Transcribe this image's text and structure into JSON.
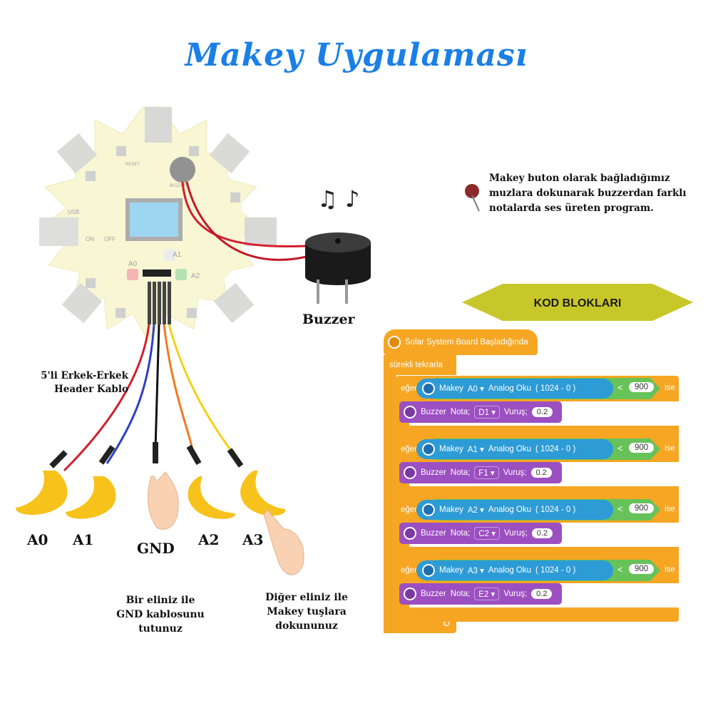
{
  "title": "Makey Uygulaması",
  "note": "Makey buton olarak bağladığımız muzlara dokunarak buzzerdan farklı notalarda ses üreten program.",
  "buzzer_label": "Buzzer",
  "cable_label_1": "5'li Erkek-Erkek",
  "cable_label_2": "Header Kablo",
  "pins": [
    "A0",
    "A1",
    "GND",
    "A2",
    "A3"
  ],
  "instruction_left": [
    "Bir eliniz ile",
    "GND kablosunu",
    "tutunuz"
  ],
  "instruction_right": [
    "Diğer eliniz ile",
    "Makey tuşlara",
    "dokununuz"
  ],
  "board_labels": {
    "a0": "A0",
    "a1": "A1",
    "a2": "A2",
    "usb": "USB",
    "on": "ON",
    "off": "OFF",
    "buzzer": "BUZZER",
    "reset": "RESET"
  },
  "code": {
    "header": "KOD BLOKLARI",
    "hat": "Solar System Board Başladığında",
    "forever": "sürekli tekrarla",
    "if_label": "eğer",
    "then_label": "ise",
    "makey_label": "Makey",
    "analog_label": "Analog Oku",
    "range_label": "( 1024 - 0 )",
    "lt": "<",
    "buzzer_label": "Buzzer",
    "nota_label": "Nota;",
    "vurus_label": "Vuruş;",
    "blocks": [
      {
        "pin": "A0 ▾",
        "threshold": "900",
        "note": "D1 ▾",
        "beat": "0.2"
      },
      {
        "pin": "A1 ▾",
        "threshold": "900",
        "note": "F1 ▾",
        "beat": "0.2"
      },
      {
        "pin": "A2 ▾",
        "threshold": "900",
        "note": "C2 ▾",
        "beat": "0.2"
      },
      {
        "pin": "A3 ▾",
        "threshold": "900",
        "note": "E2 ▾",
        "beat": "0.2"
      }
    ],
    "loop_arrow": "↻"
  },
  "colors": {
    "title": "#1a7fe6",
    "header_arrow": "#c8c72a",
    "orange": "#f6a623",
    "blue": "#2d9bd5",
    "green": "#66c259",
    "purple": "#9b4fc0"
  },
  "music_icon": "♫ ♪"
}
